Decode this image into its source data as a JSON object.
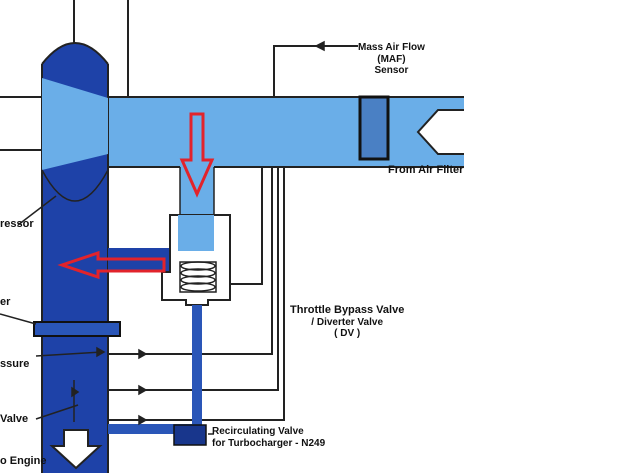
{
  "colors": {
    "light_pipe": "#6aaee8",
    "dark_pipe": "#1e42a8",
    "deep_blue": "#18368c",
    "flow_arrow": "#e2232b",
    "sensor_fill": "#4a80c4",
    "valve_fill": "#ffffff",
    "line": "#222222",
    "text": "#111111"
  },
  "labels": {
    "maf_line1": "Mass Air Flow",
    "maf_line2": "(MAF)",
    "maf_line3": "Sensor",
    "from_air_filter": "From Air Filter",
    "compressor": "ressor",
    "throttle_line1": "Throttle Bypass Valve",
    "throttle_line2": "/ Diverter Valve",
    "throttle_line3": "( DV )",
    "left_label_1": "er",
    "pressure": "ssure",
    "valve_left": "Valve",
    "recirc_line1": "Recirculating Valve",
    "recirc_line2": "for Turbocharger - N249",
    "engine": "o Engine"
  }
}
